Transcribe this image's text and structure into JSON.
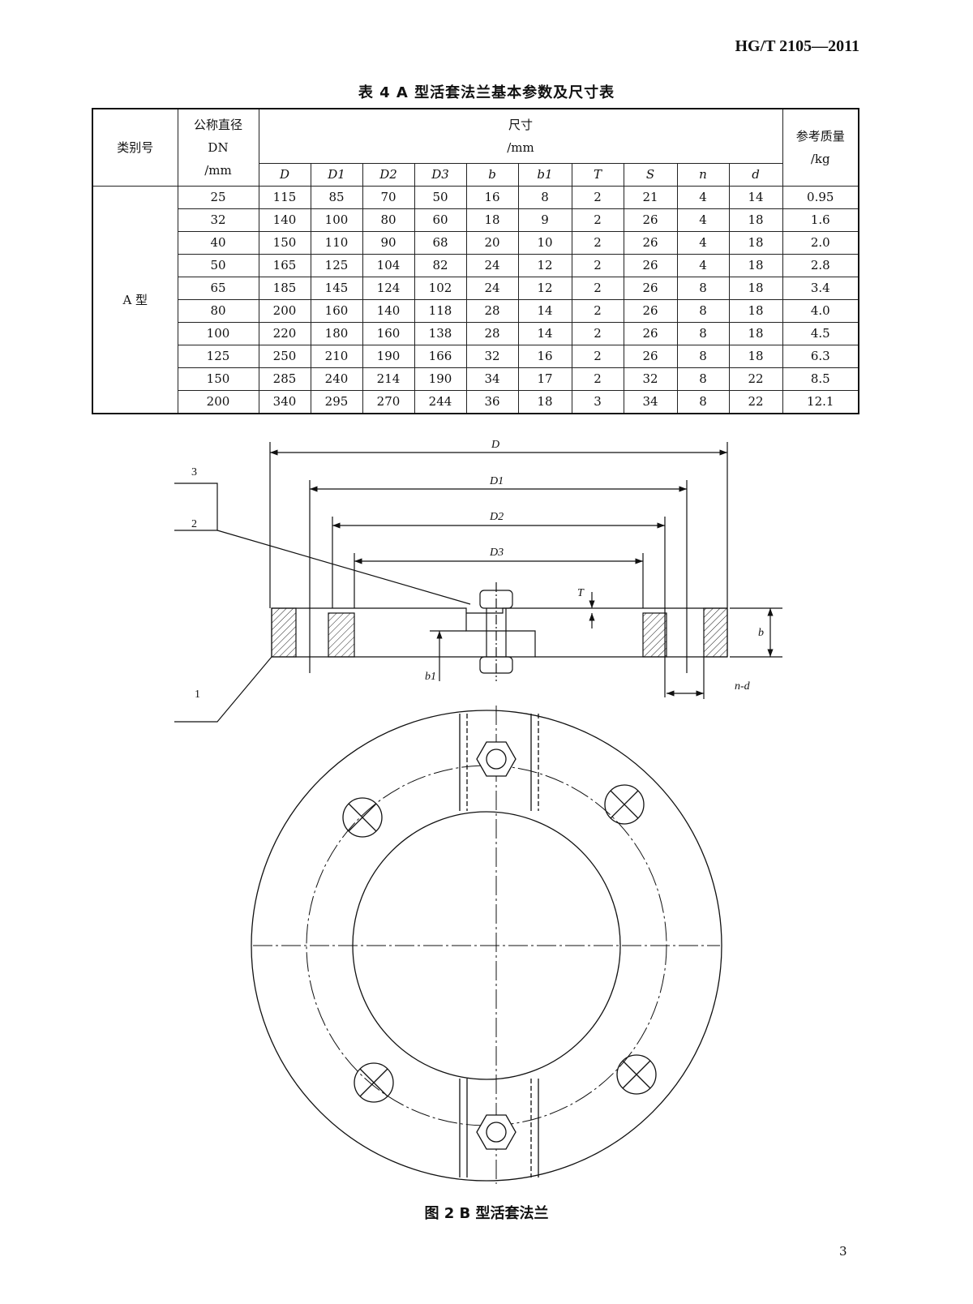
{
  "header": {
    "standard": "HG/T 2105—2011"
  },
  "table": {
    "title": "表 4   A 型活套法兰基本参数及尺寸表",
    "col_category": "类别号",
    "col_dn": [
      "公称直径",
      "DN",
      "/mm"
    ],
    "col_dims": [
      "尺寸",
      "/mm"
    ],
    "col_mass": [
      "参考质量",
      "/kg"
    ],
    "sub_cols": [
      "D",
      "D1",
      "D2",
      "D3",
      "b",
      "b1",
      "T",
      "S",
      "n",
      "d"
    ],
    "category": "A 型",
    "rows": [
      [
        "25",
        "115",
        "85",
        "70",
        "50",
        "16",
        "8",
        "2",
        "21",
        "4",
        "14",
        "0.95"
      ],
      [
        "32",
        "140",
        "100",
        "80",
        "60",
        "18",
        "9",
        "2",
        "26",
        "4",
        "18",
        "1.6"
      ],
      [
        "40",
        "150",
        "110",
        "90",
        "68",
        "20",
        "10",
        "2",
        "26",
        "4",
        "18",
        "2.0"
      ],
      [
        "50",
        "165",
        "125",
        "104",
        "82",
        "24",
        "12",
        "2",
        "26",
        "4",
        "18",
        "2.8"
      ],
      [
        "65",
        "185",
        "145",
        "124",
        "102",
        "24",
        "12",
        "2",
        "26",
        "8",
        "18",
        "3.4"
      ],
      [
        "80",
        "200",
        "160",
        "140",
        "118",
        "28",
        "14",
        "2",
        "26",
        "8",
        "18",
        "4.0"
      ],
      [
        "100",
        "220",
        "180",
        "160",
        "138",
        "28",
        "14",
        "2",
        "26",
        "8",
        "18",
        "4.5"
      ],
      [
        "125",
        "250",
        "210",
        "190",
        "166",
        "32",
        "16",
        "2",
        "26",
        "8",
        "18",
        "6.3"
      ],
      [
        "150",
        "285",
        "240",
        "214",
        "190",
        "34",
        "17",
        "2",
        "32",
        "8",
        "22",
        "8.5"
      ],
      [
        "200",
        "340",
        "295",
        "270",
        "244",
        "36",
        "18",
        "3",
        "34",
        "8",
        "22",
        "12.1"
      ]
    ]
  },
  "figure": {
    "labels": {
      "D": "D",
      "D1": "D1",
      "D2": "D2",
      "D3": "D3",
      "T": "T",
      "b": "b",
      "b1": "b1",
      "nd": "n-d",
      "p1": "1",
      "p2": "2",
      "p3": "3"
    },
    "caption": "图 2   B 型活套法兰"
  },
  "page_number": "3"
}
